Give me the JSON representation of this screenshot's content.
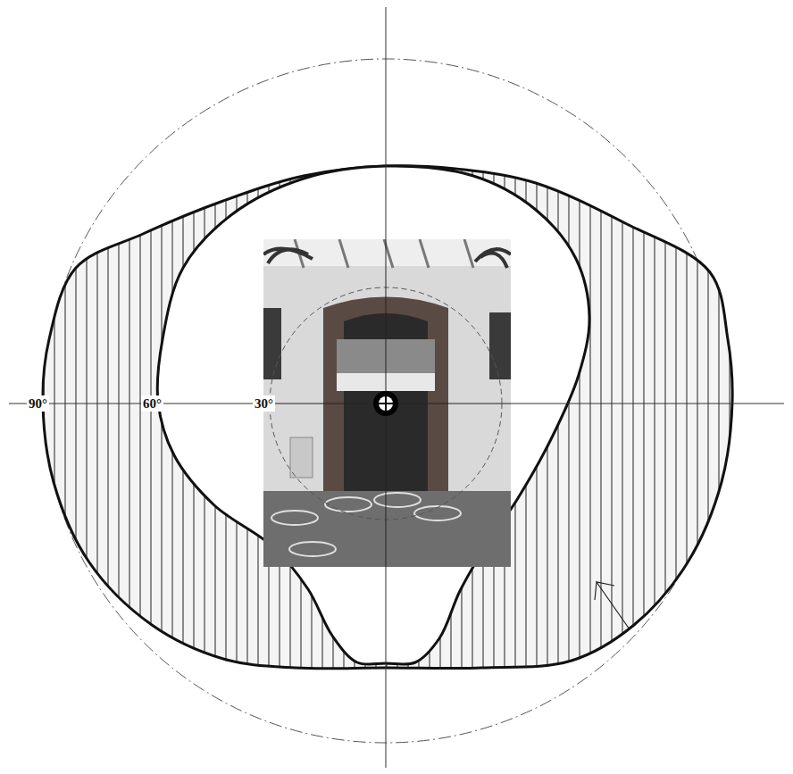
{
  "diagram": {
    "labels": [
      "90°",
      "60°",
      "30°"
    ]
  }
}
